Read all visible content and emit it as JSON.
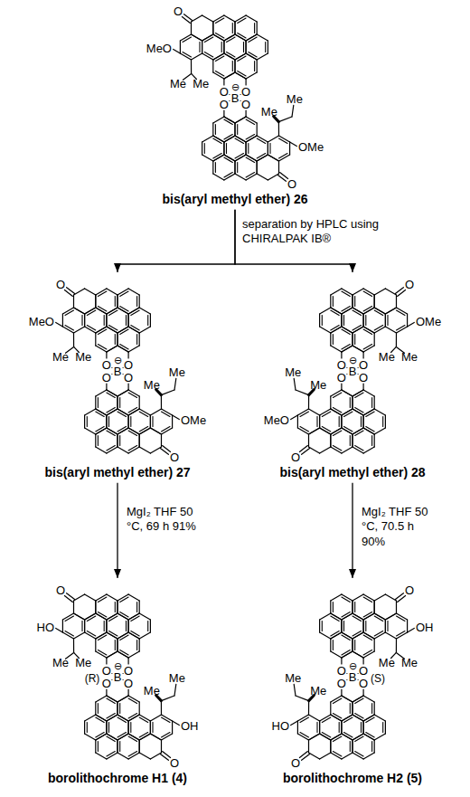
{
  "diagram": {
    "nodes": [
      {
        "text": [
          "bis(aryl methyl ether) 26"
        ]
      },
      {
        "text": [
          "bis(aryl methyl ether) 27"
        ]
      },
      {
        "text": [
          "bis(aryl methyl ether) 28"
        ]
      },
      {
        "text": [
          "borolithochrome H1 (4)"
        ]
      },
      {
        "text": [
          "borolithochrome H2 (5)"
        ]
      }
    ],
    "edges": [
      {
        "from": 0,
        "to": 1,
        "arrow": "to",
        "label": "separation by HPLC using CHIRALPAK IB®"
      },
      {
        "from": 0,
        "to": 2,
        "arrow": "to"
      },
      {
        "from": 1,
        "to": 3,
        "arrow": "to",
        "label": "MgI₂ THF 50 °C, 69 h 91%"
      },
      {
        "from": 2,
        "to": 4,
        "arrow": "to",
        "label": "MgI₂ THF 50 °C, 70.5 h 90%"
      }
    ],
    "labels": [
      "O",
      "MeO",
      "Me",
      "Me",
      "O",
      "O",
      "O",
      "O",
      "B",
      "⊖",
      "Me",
      "Me",
      "OMe",
      "O",
      "O",
      "MeO",
      "Me",
      "Me",
      "O",
      "O",
      "O",
      "O",
      "B",
      "⊖",
      "Me",
      "Me",
      "OMe",
      "O",
      "O",
      "OMe",
      "Me",
      "Me",
      "O",
      "O",
      "O",
      "O",
      "B",
      "⊖",
      "Me",
      "Me",
      "MeO",
      "O",
      "O",
      "HO",
      "Me",
      "Me",
      "O",
      "O",
      "O",
      "O",
      "B",
      "⊖",
      "(R)",
      "Me",
      "Me",
      "OH",
      "O",
      "O",
      "OH",
      "Me",
      "Me",
      "O",
      "O",
      "O",
      "O",
      "B",
      "⊖",
      "(S)",
      "Me",
      "Me",
      "HO",
      "O"
    ]
  }
}
